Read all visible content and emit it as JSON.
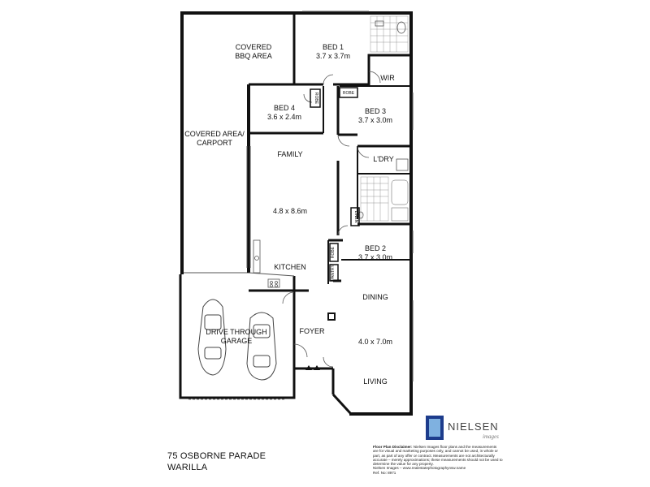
{
  "rooms": {
    "covered_bbq": [
      "COVERED",
      "BBQ AREA"
    ],
    "bed1": {
      "name": "BED 1",
      "size": "3.7 x 3.7m"
    },
    "wir": "WIR",
    "robe_bed3": "ROBE",
    "bed3": {
      "name": "BED 3",
      "size": "3.7 x 3.0m"
    },
    "bed4": {
      "name": "BED 4",
      "size": "3.6 x 2.4m"
    },
    "robe_bed4": "ROBE",
    "covered_carport": [
      "COVERED AREA/",
      "CARPORT"
    ],
    "family": "FAMILY",
    "family_size": "4.8 x 8.6m",
    "laundry": "L'DRY",
    "linen": "LINEN",
    "bed2": {
      "name": "BED 2",
      "size": "3.7 x 3.0m"
    },
    "robe_bed2": "ROBE",
    "pantry": "PANTRY",
    "kitchen": "KITCHEN",
    "garage": [
      "DRIVE THROUGH",
      "GARAGE"
    ],
    "dining": "DINING",
    "foyer": "FOYER",
    "living_size": "4.0 x 7.0m",
    "living": "LIVING"
  },
  "address": {
    "line1": "75 OSBORNE PARADE",
    "line2": "WARILLA"
  },
  "logo": {
    "text": "NIELSEN",
    "sub": "images"
  },
  "disclaimer": {
    "heading": "Floor Plan Disclaimer:",
    "body": "Nielsen Images floor plans and the measurements are for visual and marketing purposes only, and cannot be used, in whole or part, as part of any offer or contract. Measurements are not architecturally accurate – merely approximations; these measurements should not be used to determine the value for any property.",
    "company": "Nielsen Images – www.realestatephotographynsw.name",
    "ref": "Ref. No: 8971"
  },
  "colors": {
    "wall": "#111111",
    "line": "#555555",
    "logo_dark": "#1d3c8c",
    "logo_light": "#7fb1e0"
  }
}
